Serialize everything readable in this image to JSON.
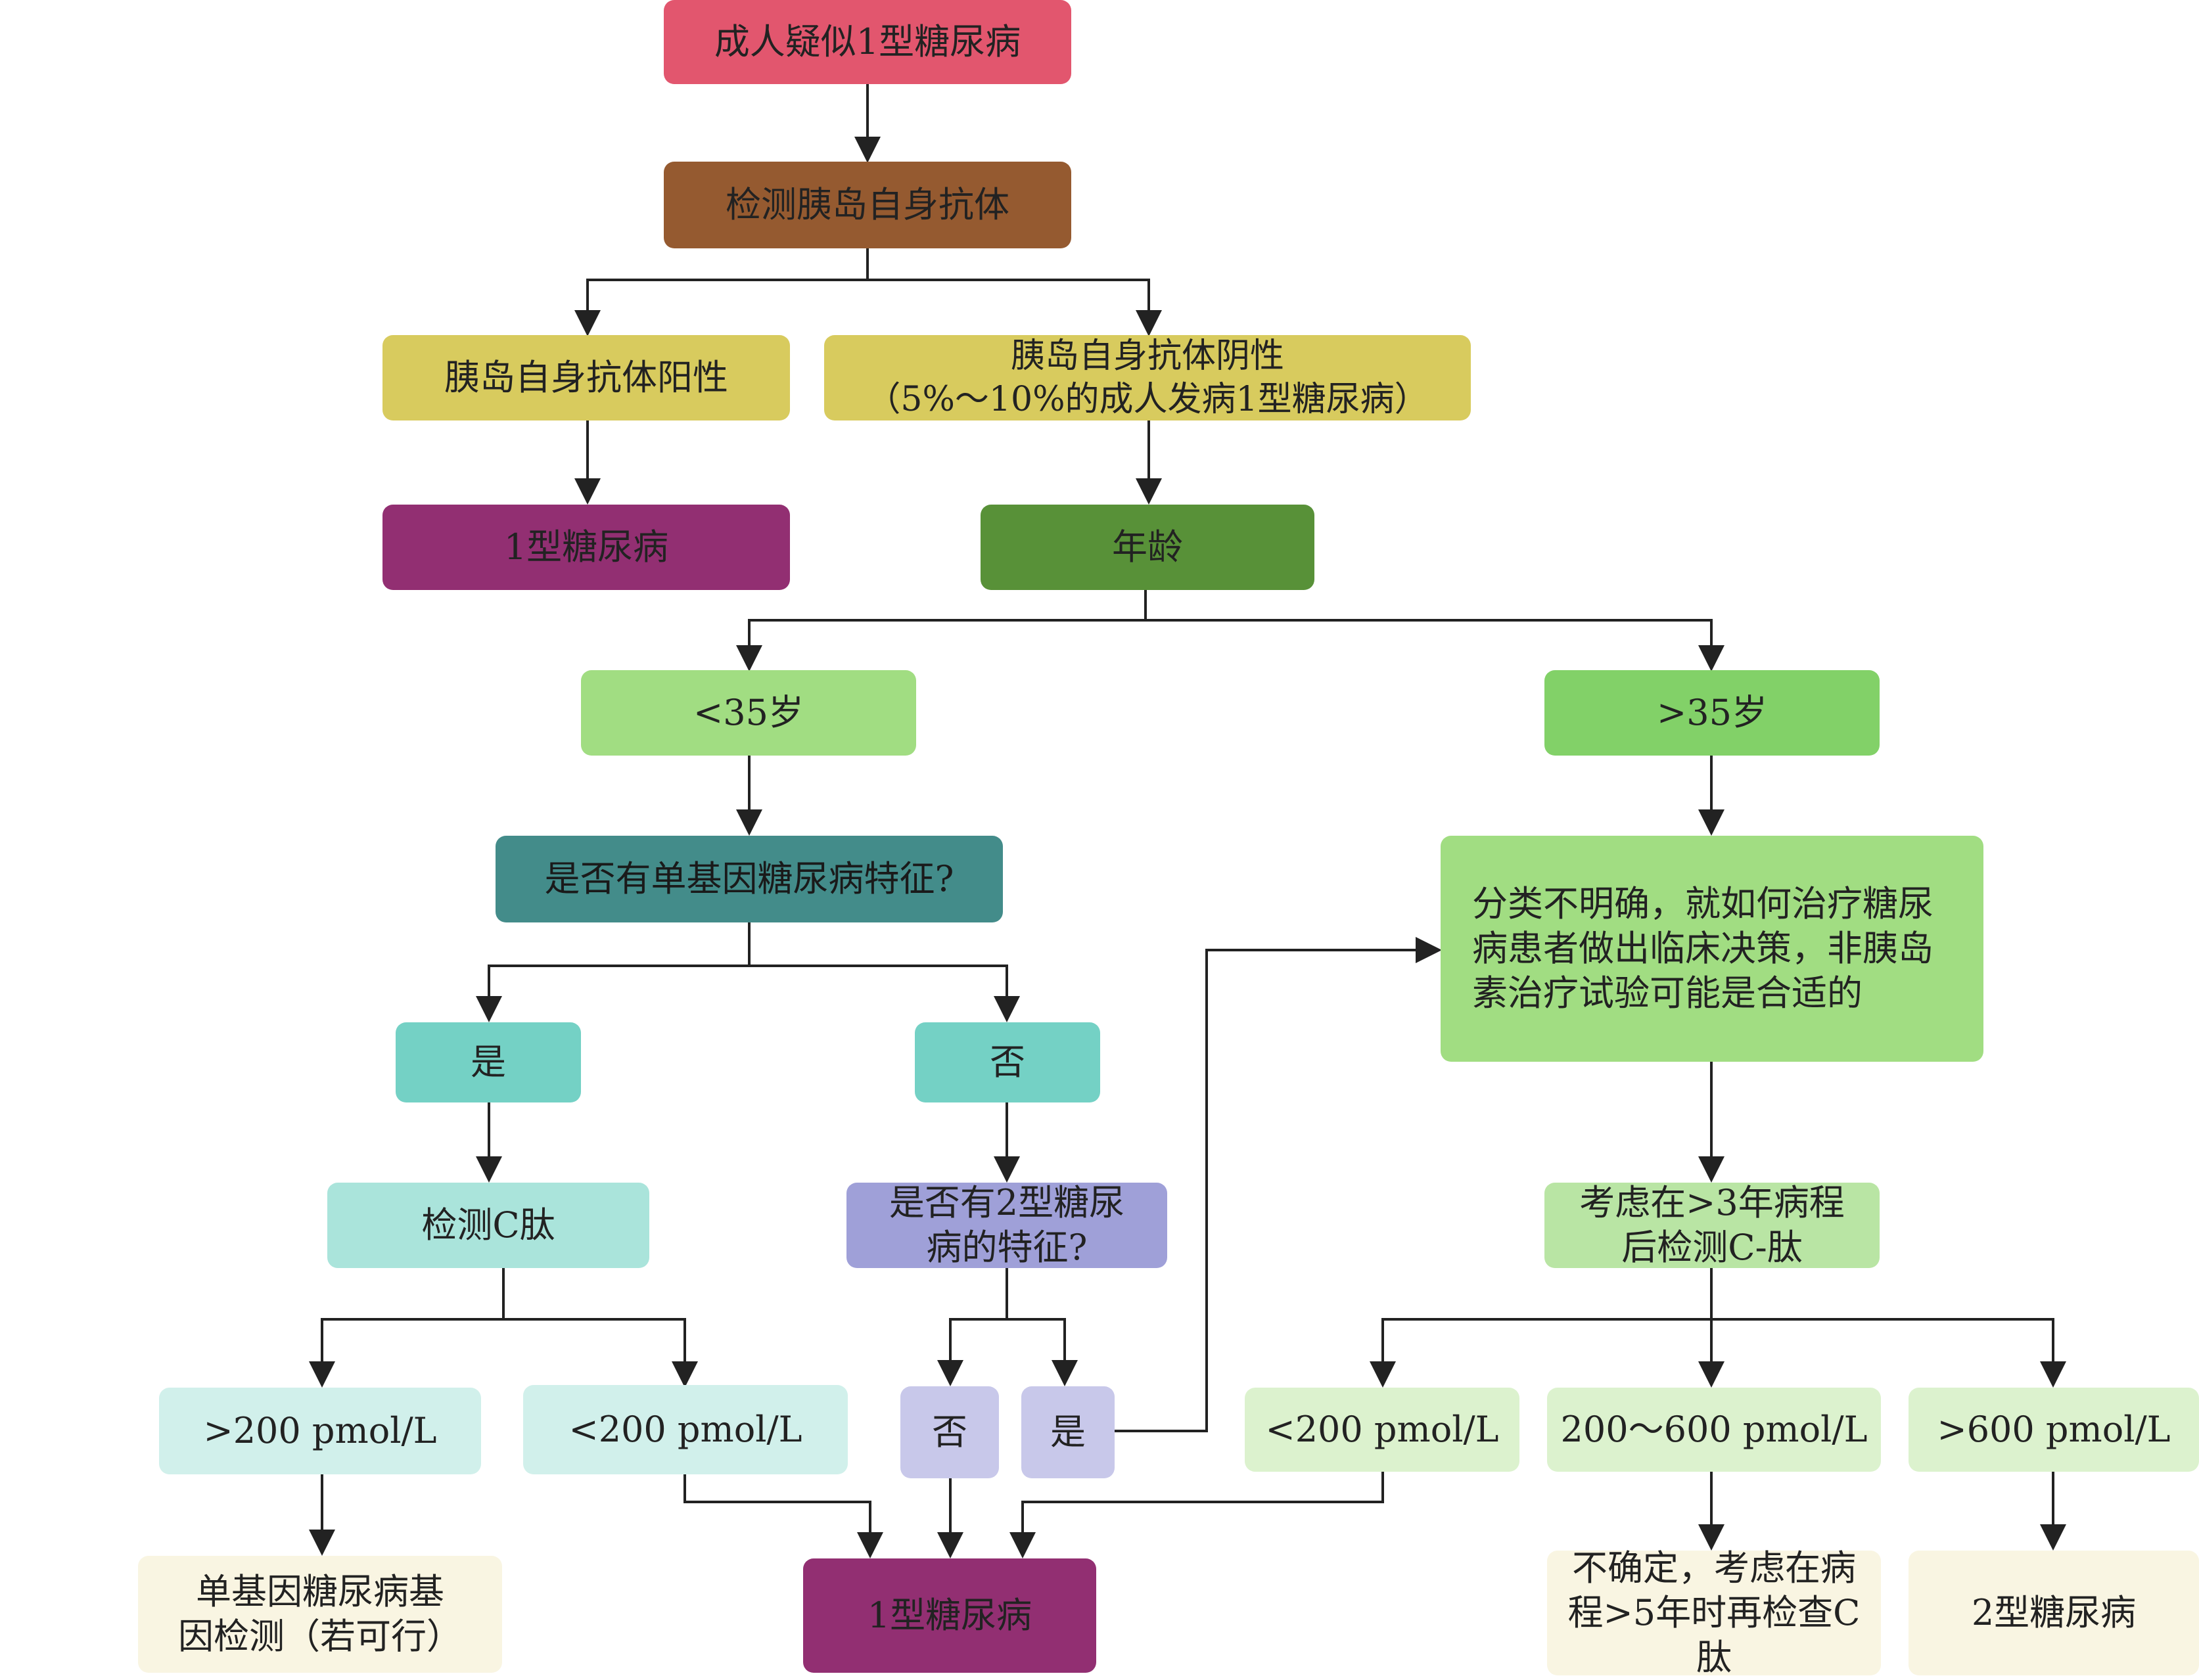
{
  "colors": {
    "red": "#E2566E",
    "brown": "#955A30",
    "yellow": "#D8CB5E",
    "purple": "#922F72",
    "darkgreen": "#589138",
    "lightgreen": "#A1DD82",
    "midgreen": "#82D168",
    "teal": "#438C8A",
    "aqua": "#74D1C5",
    "aquaLight": "#AAE4DB",
    "aquaPale": "#D1F0EB",
    "lavender": "#9FA0D8",
    "lavenderLight": "#C8C8EA",
    "greenPale": "#DCF2CE",
    "greenPale2": "#B9E5A4",
    "cream": "#F9F5E2",
    "line": "#222222"
  },
  "nodes": {
    "start": "成人疑似1型糖尿病",
    "antibody_test": "检测胰岛自身抗体",
    "antibody_pos": "胰岛自身抗体阳性",
    "antibody_neg": "胰岛自身抗体阴性\n（5%～10%的成人发病1型糖尿病）",
    "t1d_top": "1型糖尿病",
    "age": "年龄",
    "under35": "<35岁",
    "over35": ">35岁",
    "monogenic_q": "是否有单基因糖尿病特征?",
    "unclear": "分类不明确，就如何治疗糖尿\n病患者做出临床决策，非胰岛\n素治疗试验可能是合适的",
    "yes1": "是",
    "no1": "否",
    "cpep": "检测C肽",
    "t2d_q": "是否有2型糖尿\n病的特征?",
    "cpep_later": "考虑在>3年病程\n后检测C-肽",
    "gt200": ">200 pmol/L",
    "lt200a": "<200 pmol/L",
    "no2": "否",
    "yes2": "是",
    "lt200b": "<200 pmol/L",
    "mid": "200～600 pmol/L",
    "gt600": ">600 pmol/L",
    "genetic": "单基因糖尿病基\n因检测（若可行）",
    "t1d_bottom": "1型糖尿病",
    "uncertain": "不确定，考虑在病\n程>5年时再检查C肽",
    "t2d": "2型糖尿病"
  }
}
